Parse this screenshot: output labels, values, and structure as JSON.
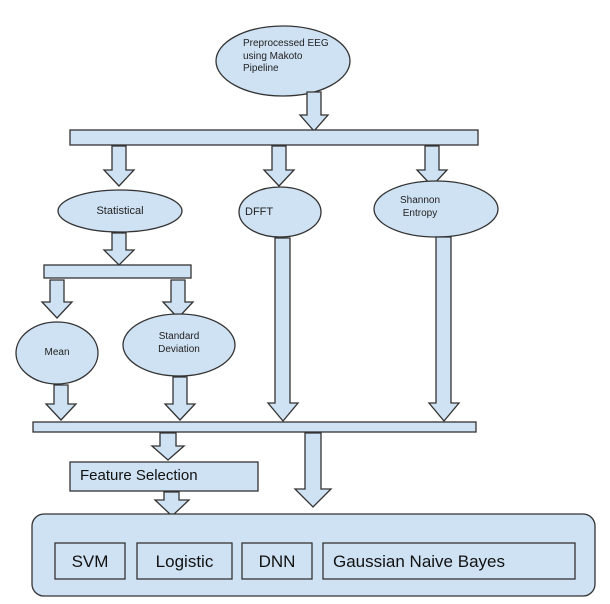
{
  "nodes": {
    "preprocessed": "Preprocessed EEG\nusing Makoto\nPipeline",
    "statistical": "Statistical",
    "dfft": "DFFT",
    "shannon": "Shannon\nEntropy",
    "mean": "Mean",
    "std_dev": "Standard\nDeviation",
    "feature_selection": "Feature Selection"
  },
  "classifiers": [
    "SVM",
    "Logistic",
    "DNN",
    "Gaussian Naive Bayes"
  ],
  "colors": {
    "fill": "#cfe2f3",
    "stroke": "#333333"
  }
}
